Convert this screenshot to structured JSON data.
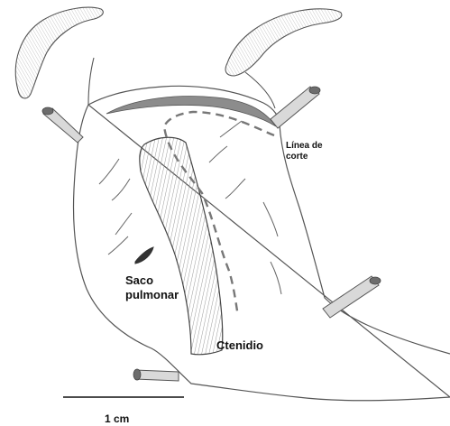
{
  "labels": {
    "cut_line": "Línea de\ncorte",
    "lung_sac": "Saco\npulmonar",
    "ctenidium": "Ctenidio",
    "scale_bar": "1 cm"
  },
  "colors": {
    "ink": "#555555",
    "shading": "#8a8a8a",
    "pin": "#6d6d6d",
    "dashed_line": "#777777"
  }
}
